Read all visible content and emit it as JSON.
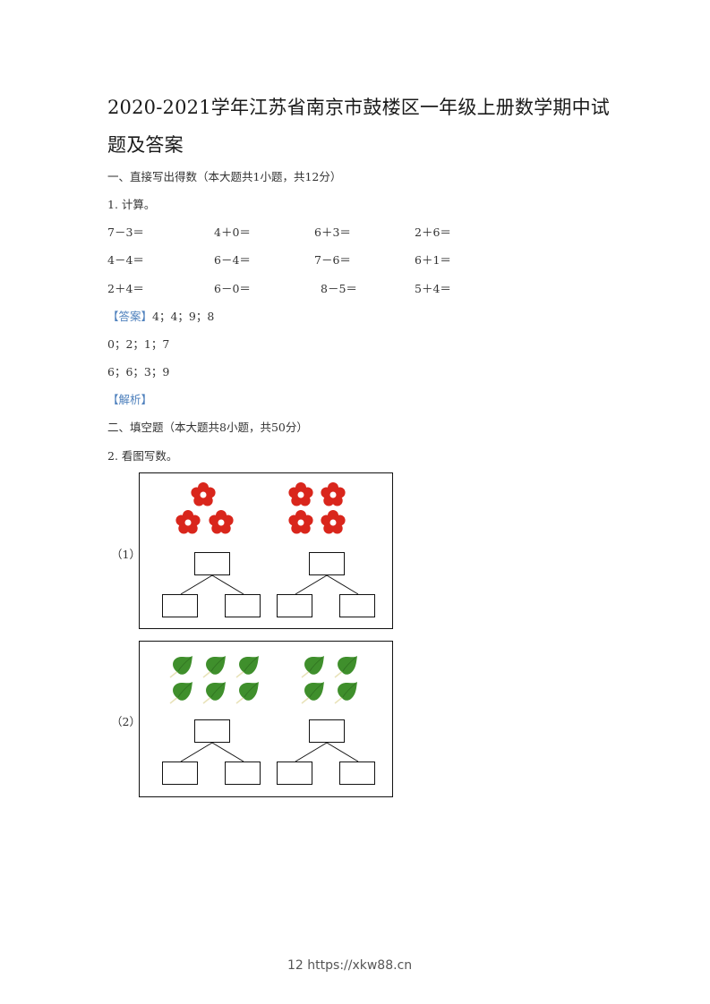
{
  "document": {
    "title_line1": "2020-2021学年江苏省南京市鼓楼区一年级上册数学期中试",
    "title_line2": "题及答案",
    "section1": {
      "heading": "一、直接写出得数（本大题共1小题，共12分）",
      "question1": {
        "label": "1. 计算。",
        "rows": [
          [
            "7－3＝",
            "4＋0＝",
            "6＋3＝",
            "2＋6＝"
          ],
          [
            "4－4＝",
            "6－4＝",
            "7－6＝",
            "6＋1＝"
          ],
          [
            "2＋4＝",
            "6－0＝",
            "8－5＝",
            "5＋4＝"
          ]
        ],
        "answer_tag": "【答案】",
        "answer_lines": [
          "4；4；9；8",
          "0；2；1；7",
          "6；6；3；9"
        ],
        "analysis_tag": "【解析】"
      }
    },
    "section2": {
      "heading": "二、填空题（本大题共8小题，共50分）",
      "question2": {
        "label": "2. 看图写数。",
        "figures": [
          {
            "label": "（1）",
            "item": "red-flower",
            "left_count": 3,
            "right_count": 4
          },
          {
            "label": "（2）",
            "item": "green-leaf",
            "left_count": 6,
            "right_count": 4
          }
        ]
      }
    },
    "colors": {
      "accent_blue": "#4f81bd",
      "flower_red": "#d9261c",
      "leaf_green": "#3f8f2c"
    }
  },
  "footer": {
    "page_number": "12",
    "site": "https://xkw88.cn"
  }
}
